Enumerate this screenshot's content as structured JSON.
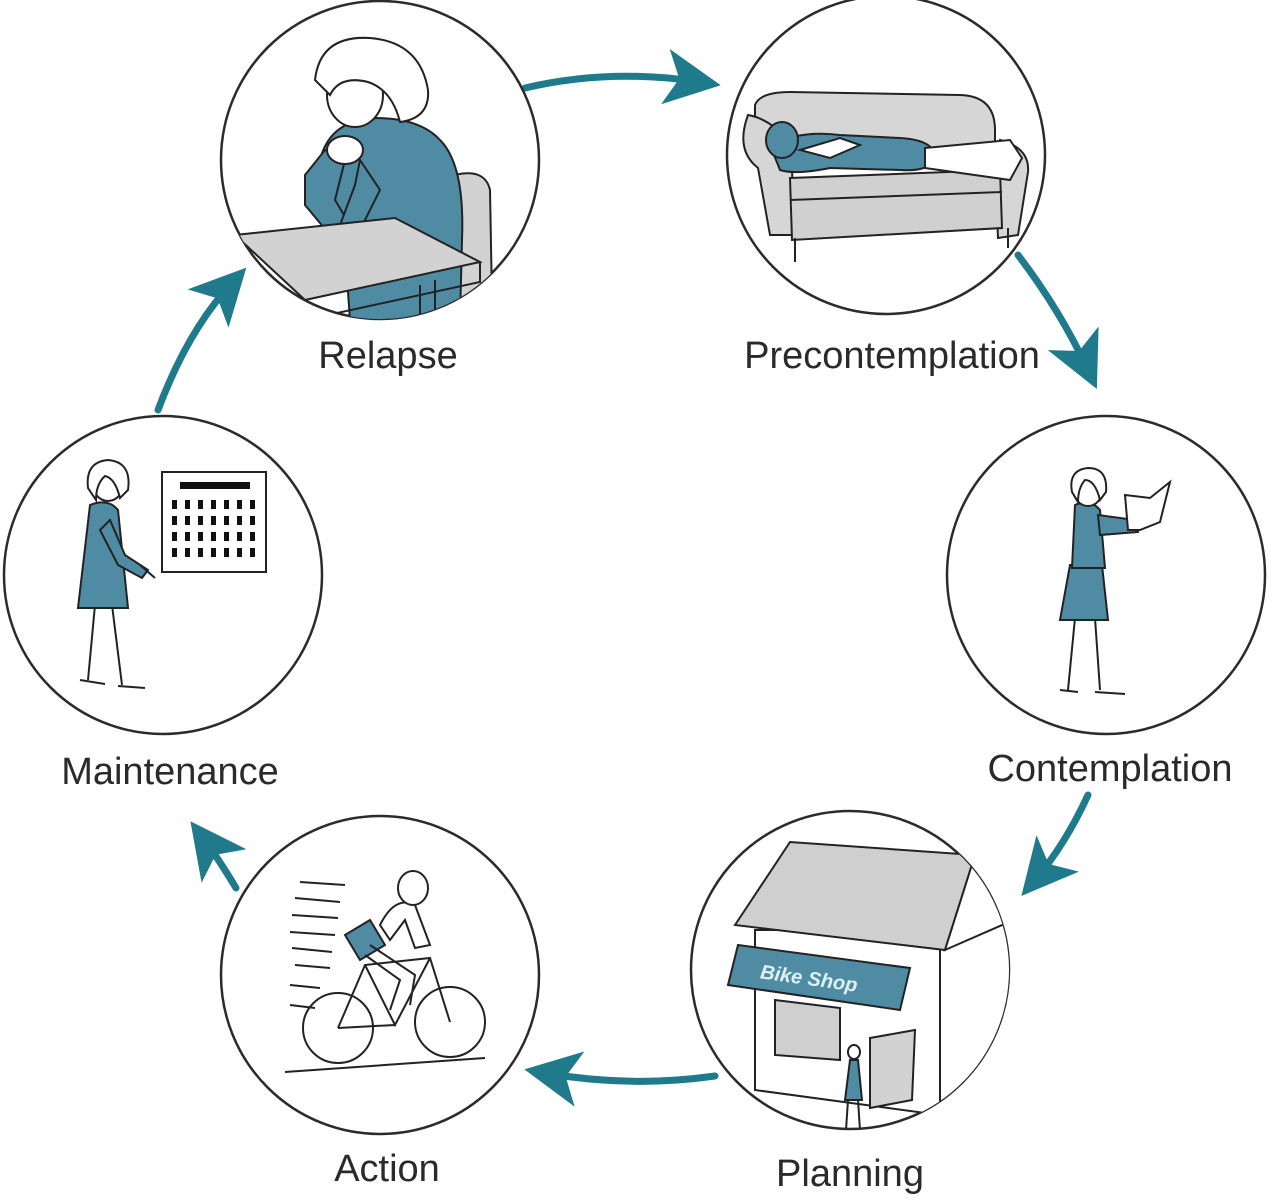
{
  "diagram": {
    "type": "cycle",
    "accent_color": "#1f7a8c",
    "figure_blue": "#4f8ca3",
    "stages": [
      {
        "id": "relapse",
        "label": "Relapse",
        "icon": "woman-sitting-at-desk-icon"
      },
      {
        "id": "precontemplation",
        "label": "Precontemplation",
        "icon": "woman-lying-on-sofa-icon"
      },
      {
        "id": "contemplation",
        "label": "Contemplation",
        "icon": "woman-reading-icon"
      },
      {
        "id": "planning",
        "label": "Planning",
        "icon": "bike-shop-icon"
      },
      {
        "id": "action",
        "label": "Action",
        "icon": "woman-cycling-icon"
      },
      {
        "id": "maintenance",
        "label": "Maintenance",
        "icon": "woman-marking-calendar-icon"
      }
    ],
    "shop_sign": "Bike Shop"
  }
}
